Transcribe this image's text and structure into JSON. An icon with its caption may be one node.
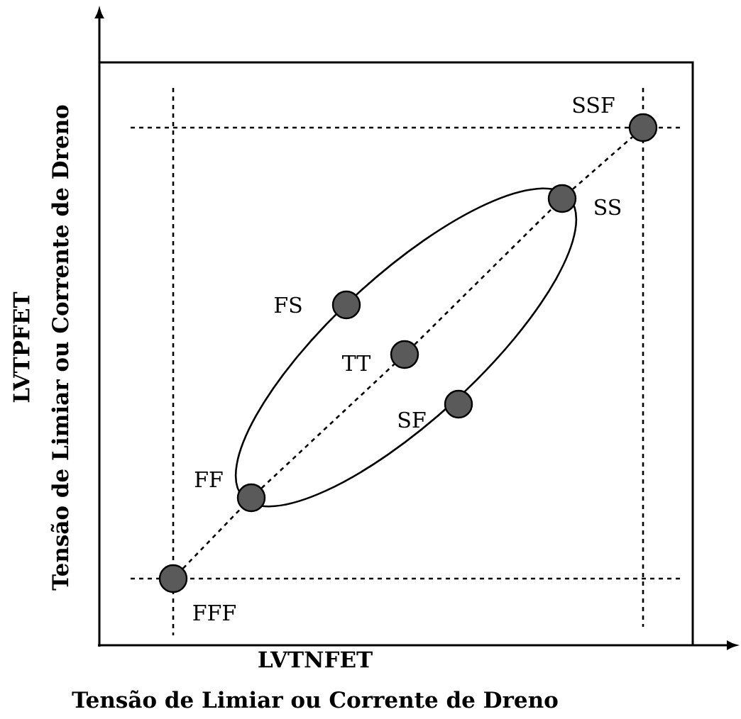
{
  "diagram": {
    "nodes": [
      {
        "text": [],
        "shape": "circle",
        "beside": [
          "SSF"
        ]
      },
      {
        "text": [],
        "shape": "circle",
        "beside": [
          "SS"
        ]
      },
      {
        "text": [],
        "shape": "circle",
        "beside": [
          "FS"
        ]
      },
      {
        "text": [],
        "shape": "circle",
        "beside": [
          "TT"
        ]
      },
      {
        "text": [],
        "shape": "circle",
        "beside": [
          "SF"
        ]
      },
      {
        "text": [],
        "shape": "circle",
        "beside": [
          "FF"
        ]
      },
      {
        "text": [],
        "shape": "circle",
        "beside": [
          "FFF"
        ]
      }
    ],
    "edges": [
      {
        "from": 6,
        "to": 5,
        "arrow": "none",
        "style": "dashed"
      },
      {
        "from": 5,
        "to": 3,
        "arrow": "none",
        "style": "dashed"
      },
      {
        "from": 3,
        "to": 1,
        "arrow": "none",
        "style": "dashed"
      },
      {
        "from": 1,
        "to": 0,
        "arrow": "none",
        "style": "dashed"
      }
    ],
    "labels": [
      "LVTNFET",
      "Tensão de Limiar ou Corrente de Dreno",
      "LVTPFET",
      "Tensão de Limiar ou Corrente de Dreno"
    ]
  }
}
